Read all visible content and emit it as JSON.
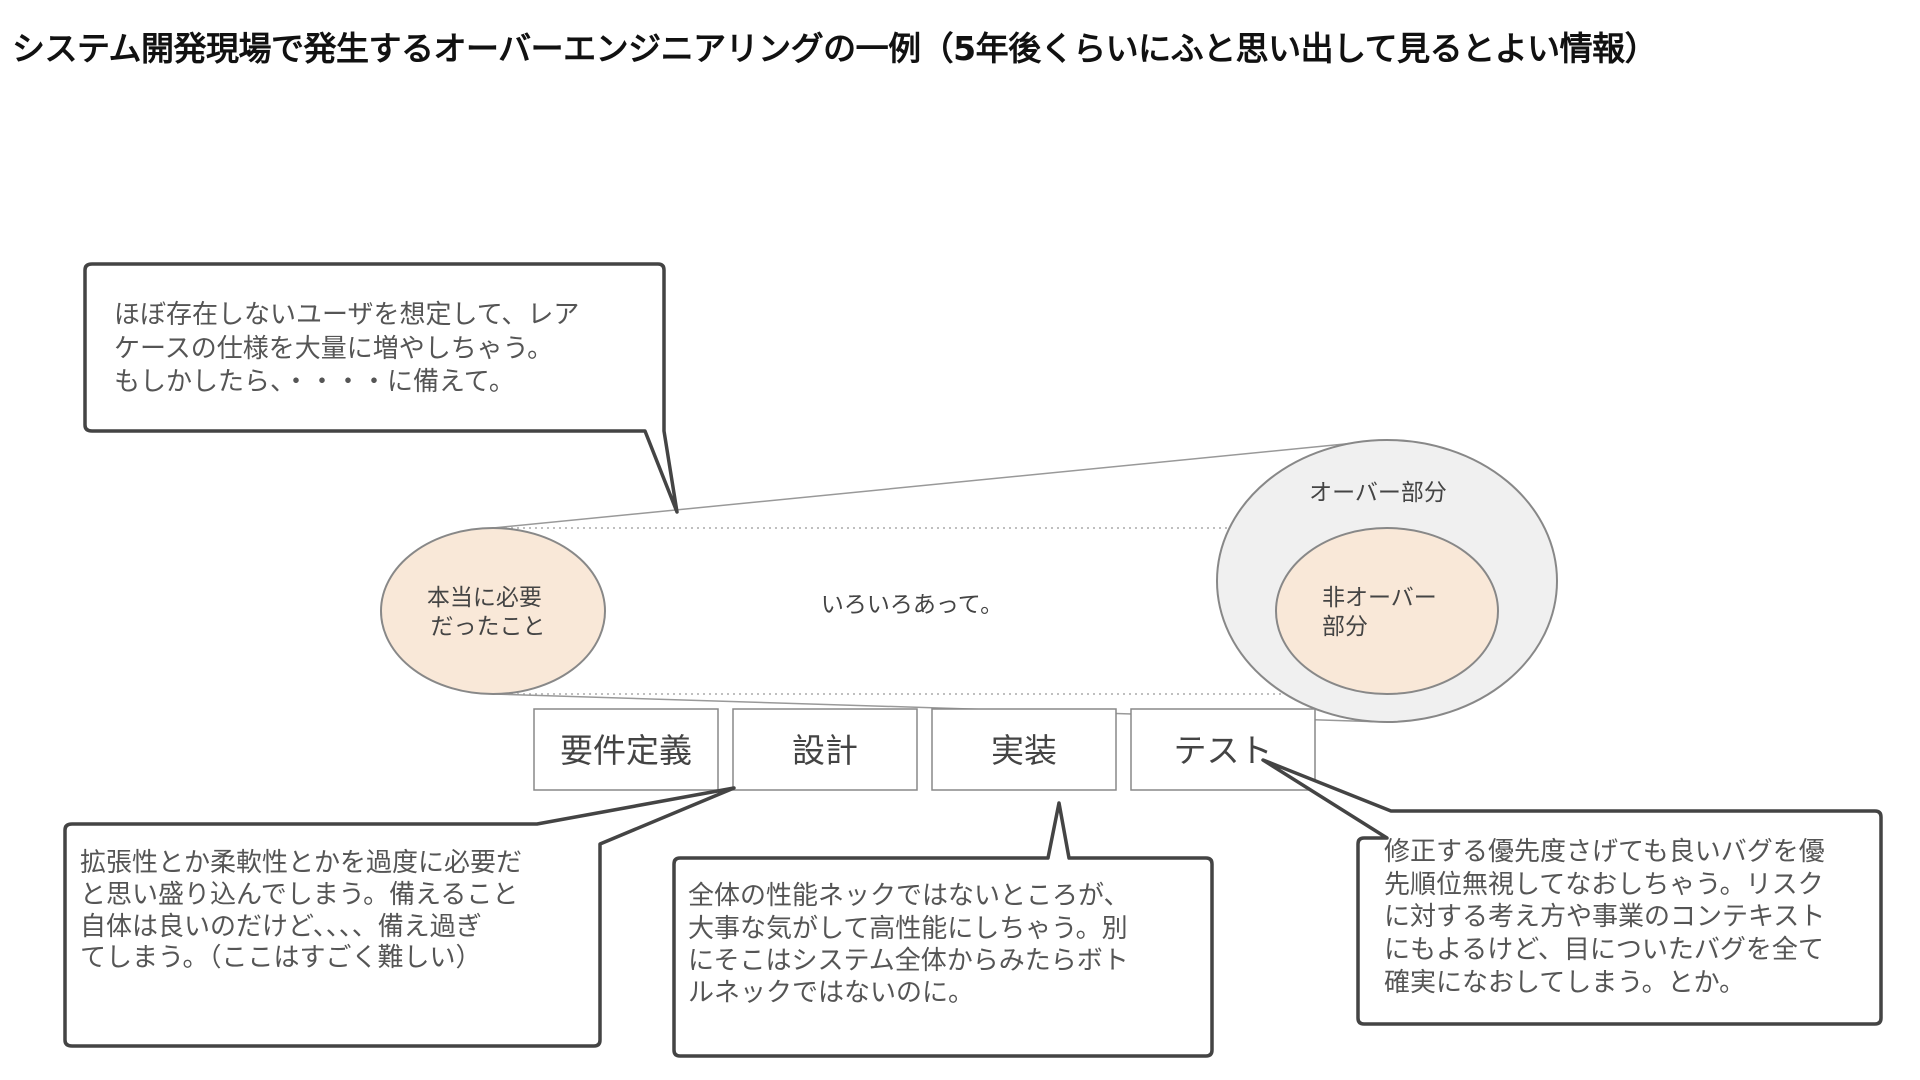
{
  "title": "システム開発現場で発生するオーバーエンジニアリングの一例（5年後くらいにふと思い出して見るとよい情報）",
  "colors": {
    "necessary_fill": "#f9e8d8",
    "over_fill": "#f0f0f0",
    "stroke": "#888888",
    "callout_stroke": "#444444"
  },
  "diagram": {
    "left_ellipse": {
      "lines": [
        "本当に必要",
        "だったこと"
      ]
    },
    "middle_text": "いろいろあって。",
    "outer_circle_label": "オーバー部分",
    "inner_circle_label": {
      "lines": [
        "非オーバー",
        "部分"
      ]
    },
    "stages": [
      "要件定義",
      "設計",
      "実装",
      "テスト"
    ]
  },
  "callouts": {
    "requirements": {
      "lines": [
        "ほぼ存在しないユーザを想定して、レア",
        "ケースの仕様を大量に増やしちゃう。",
        "もしかしたら、・・・・に備えて。"
      ]
    },
    "design": {
      "lines": [
        "拡張性とか柔軟性とかを過度に必要だ",
        "と思い盛り込んでしまう。備えること",
        "自体は良いのだけど、、、、備え過ぎ",
        "てしまう。（ここはすごく難しい）"
      ]
    },
    "implementation": {
      "lines": [
        "全体の性能ネックではないところが、",
        "大事な気がして高性能にしちゃう。別",
        "にそこはシステム全体からみたらボト",
        "ルネックではないのに。"
      ]
    },
    "test": {
      "lines": [
        "修正する優先度さげても良いバグを優",
        "先順位無視してなおしちゃう。リスク",
        "に対する考え方や事業のコンテキスト",
        "にもよるけど、目についたバグを全て",
        "確実になおしてしまう。とか。"
      ]
    }
  }
}
